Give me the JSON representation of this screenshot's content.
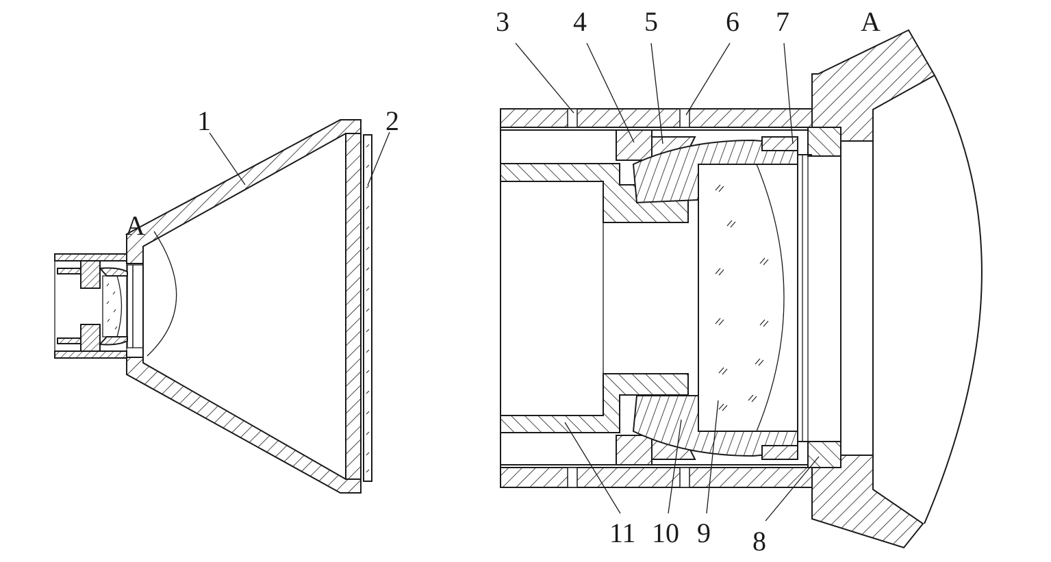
{
  "overview": {
    "labels": [
      "1",
      "2",
      "A"
    ]
  },
  "detail": {
    "labels": [
      "3",
      "4",
      "5",
      "6",
      "7",
      "A",
      "11",
      "10",
      "9",
      "8"
    ]
  },
  "colors": {
    "line": "#1a1a1a",
    "background": "#ffffff"
  }
}
